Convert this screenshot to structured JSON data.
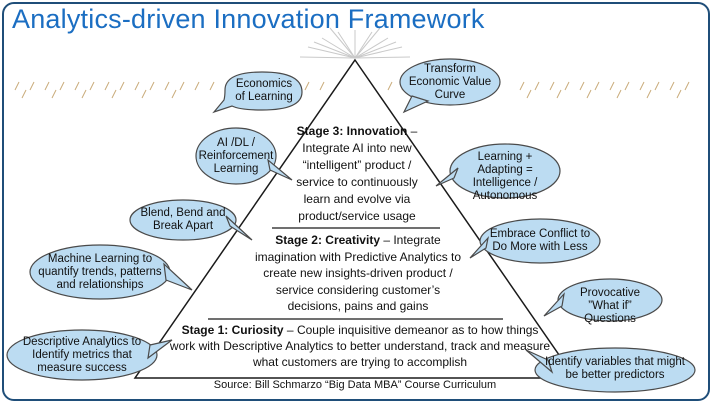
{
  "title": "Analytics-driven Innovation Framework",
  "stages": {
    "s3": {
      "label": "Stage 3: Innovation",
      "text": "Integrate AI into new “intelligent” product / service to continuously learn and evolve via product/service usage"
    },
    "s2": {
      "label": "Stage 2: Creativity",
      "text": "Integrate imagination with Predictive Analytics to create new insights-driven product / service considering customer’s decisions, pains and gains"
    },
    "s1": {
      "label": "Stage 1: Curiosity",
      "text": "Couple inquisitive demeanor as to how things work with Descriptive Analytics to better understand, track and measure what customers are trying to accomplish"
    }
  },
  "bubbles": {
    "economics": "Economics of Learning",
    "transform": "Transform Economic Value Curve",
    "ai": "AI /DL / Reinforcement Learning",
    "learning_adapting": "Learning + Adapting = Intelligence / Autonomous",
    "blend": "Blend, Bend and Break Apart",
    "embrace": "Embrace Conflict to Do More with Less",
    "ml": "Machine Learning to quantify trends, patterns and relationships",
    "provocative": "Provocative ”What if” Questions",
    "descriptive": "Descriptive Analytics to Identify metrics that measure success",
    "identify": "Identify variables that might be better predictors"
  },
  "source": "Source: Bill Schmarzo “Big Data MBA” Course Curriculum",
  "colors": {
    "title": "#1b6ec2",
    "bubble_fill": "#bcdcf2",
    "bubble_stroke": "#4a4a4a",
    "frame": "#1f4e79"
  }
}
